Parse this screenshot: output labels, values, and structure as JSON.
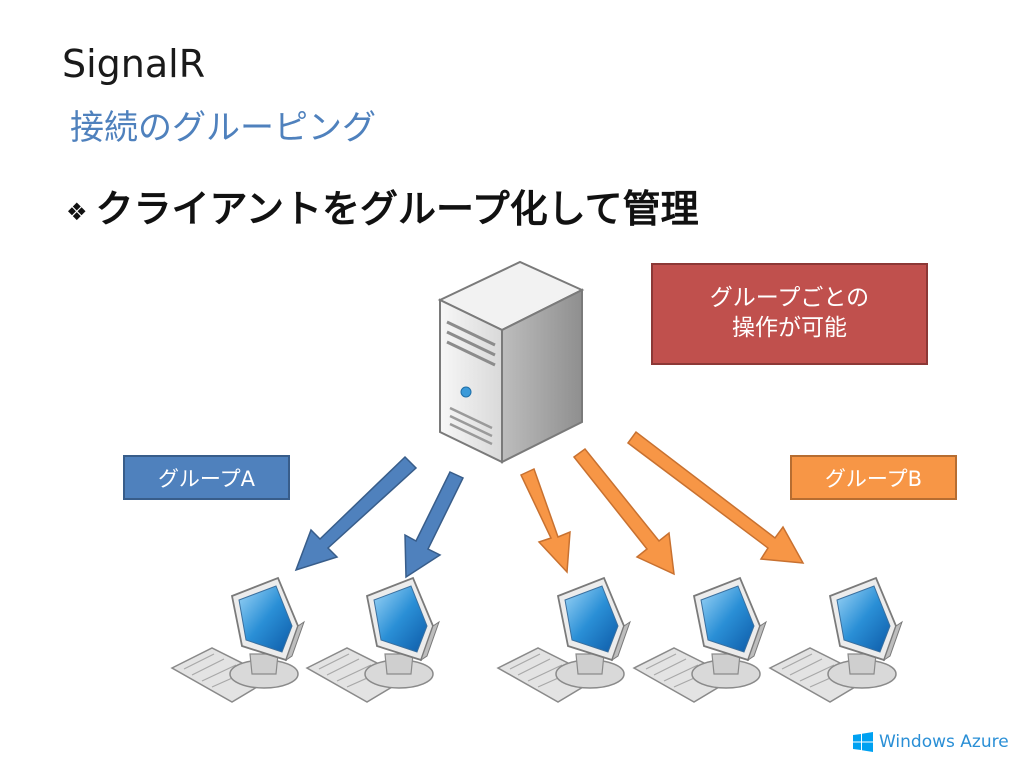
{
  "slide": {
    "title": "SignalR",
    "subtitle": "接続のグルーピング",
    "bullet_symbol": "❖",
    "bullet_text": "クライアントをグループ化して管理"
  },
  "callout": {
    "line1": "グループごとの",
    "line2": "操作が可能"
  },
  "groups": [
    {
      "label": "グループA",
      "color": "#4f81bd",
      "client_count": 2
    },
    {
      "label": "グループB",
      "color": "#f79646",
      "client_count": 3
    }
  ],
  "icons": {
    "server": "server-tower-icon",
    "client": "desktop-computer-icon",
    "logo": "windows-logo-icon"
  },
  "branding": {
    "logo_text": "Windows Azure",
    "logo_color": "#00a1f1"
  }
}
